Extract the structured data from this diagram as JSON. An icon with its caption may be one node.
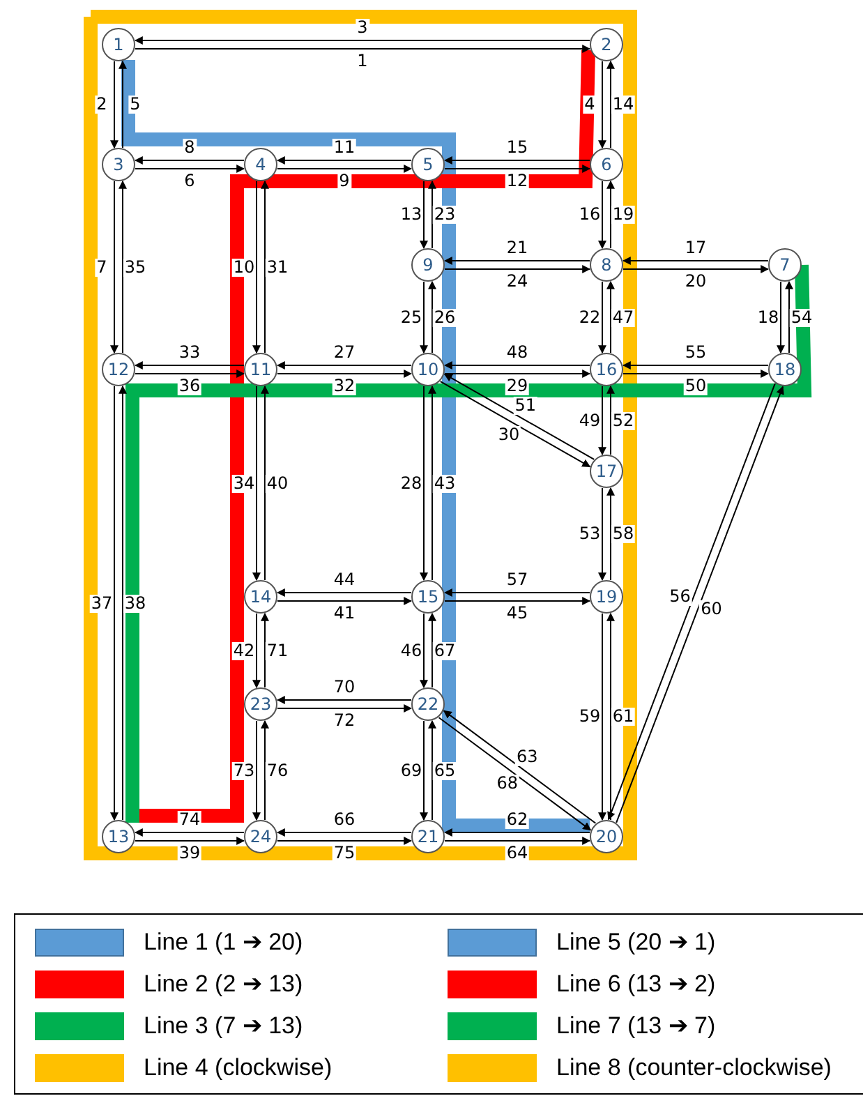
{
  "diagram": {
    "nodes": [
      {
        "text": [
          "1"
        ]
      },
      {
        "text": [
          "2"
        ]
      },
      {
        "text": [
          "3"
        ]
      },
      {
        "text": [
          "4"
        ]
      },
      {
        "text": [
          "5"
        ]
      },
      {
        "text": [
          "6"
        ]
      },
      {
        "text": [
          "7"
        ]
      },
      {
        "text": [
          "8"
        ]
      },
      {
        "text": [
          "9"
        ]
      },
      {
        "text": [
          "10"
        ]
      },
      {
        "text": [
          "11"
        ]
      },
      {
        "text": [
          "12"
        ]
      },
      {
        "text": [
          "13"
        ]
      },
      {
        "text": [
          "14"
        ]
      },
      {
        "text": [
          "15"
        ]
      },
      {
        "text": [
          "16"
        ]
      },
      {
        "text": [
          "17"
        ]
      },
      {
        "text": [
          "18"
        ]
      },
      {
        "text": [
          "19"
        ]
      },
      {
        "text": [
          "20"
        ]
      },
      {
        "text": [
          "21"
        ]
      },
      {
        "text": [
          "22"
        ]
      },
      {
        "text": [
          "23"
        ]
      },
      {
        "text": [
          "24"
        ]
      }
    ],
    "edges": [
      {
        "from": 0,
        "to": 1,
        "arrow": "to",
        "label": "1"
      },
      {
        "from": 0,
        "to": 2,
        "arrow": "to",
        "label": "2"
      },
      {
        "from": 1,
        "to": 0,
        "arrow": "to",
        "label": "3"
      },
      {
        "from": 1,
        "to": 5,
        "arrow": "to",
        "label": "4"
      },
      {
        "from": 2,
        "to": 0,
        "arrow": "to",
        "label": "5"
      },
      {
        "from": 2,
        "to": 3,
        "arrow": "to",
        "label": "6"
      },
      {
        "from": 2,
        "to": 11,
        "arrow": "to",
        "label": "7"
      },
      {
        "from": 3,
        "to": 2,
        "arrow": "to",
        "label": "8"
      },
      {
        "from": 3,
        "to": 4,
        "arrow": "to",
        "label": "9"
      },
      {
        "from": 3,
        "to": 10,
        "arrow": "to",
        "label": "10"
      },
      {
        "from": 4,
        "to": 3,
        "arrow": "to",
        "label": "11"
      },
      {
        "from": 4,
        "to": 5,
        "arrow": "to",
        "label": "12"
      },
      {
        "from": 4,
        "to": 8,
        "arrow": "to",
        "label": "13"
      },
      {
        "from": 5,
        "to": 1,
        "arrow": "to",
        "label": "14"
      },
      {
        "from": 5,
        "to": 4,
        "arrow": "to",
        "label": "15"
      },
      {
        "from": 5,
        "to": 7,
        "arrow": "to",
        "label": "16"
      },
      {
        "from": 6,
        "to": 7,
        "arrow": "to",
        "label": "17"
      },
      {
        "from": 6,
        "to": 17,
        "arrow": "to",
        "label": "18"
      },
      {
        "from": 7,
        "to": 5,
        "arrow": "to",
        "label": "19"
      },
      {
        "from": 7,
        "to": 6,
        "arrow": "to",
        "label": "20"
      },
      {
        "from": 7,
        "to": 8,
        "arrow": "to",
        "label": "21"
      },
      {
        "from": 7,
        "to": 15,
        "arrow": "to",
        "label": "22"
      },
      {
        "from": 8,
        "to": 4,
        "arrow": "to",
        "label": "23"
      },
      {
        "from": 8,
        "to": 7,
        "arrow": "to",
        "label": "24"
      },
      {
        "from": 8,
        "to": 9,
        "arrow": "to",
        "label": "25"
      },
      {
        "from": 9,
        "to": 8,
        "arrow": "to",
        "label": "26"
      },
      {
        "from": 9,
        "to": 10,
        "arrow": "to",
        "label": "27"
      },
      {
        "from": 9,
        "to": 14,
        "arrow": "to",
        "label": "28"
      },
      {
        "from": 9,
        "to": 15,
        "arrow": "to",
        "label": "29"
      },
      {
        "from": 9,
        "to": 16,
        "arrow": "to",
        "label": "30"
      },
      {
        "from": 10,
        "to": 3,
        "arrow": "to",
        "label": "31"
      },
      {
        "from": 10,
        "to": 9,
        "arrow": "to",
        "label": "32"
      },
      {
        "from": 10,
        "to": 11,
        "arrow": "to",
        "label": "33"
      },
      {
        "from": 10,
        "to": 13,
        "arrow": "to",
        "label": "34"
      },
      {
        "from": 11,
        "to": 2,
        "arrow": "to",
        "label": "35"
      },
      {
        "from": 11,
        "to": 10,
        "arrow": "to",
        "label": "36"
      },
      {
        "from": 11,
        "to": 12,
        "arrow": "to",
        "label": "37"
      },
      {
        "from": 12,
        "to": 11,
        "arrow": "to",
        "label": "38"
      },
      {
        "from": 12,
        "to": 23,
        "arrow": "to",
        "label": "39"
      },
      {
        "from": 13,
        "to": 10,
        "arrow": "to",
        "label": "40"
      },
      {
        "from": 13,
        "to": 14,
        "arrow": "to",
        "label": "41"
      },
      {
        "from": 13,
        "to": 22,
        "arrow": "to",
        "label": "42"
      },
      {
        "from": 14,
        "to": 9,
        "arrow": "to",
        "label": "43"
      },
      {
        "from": 14,
        "to": 13,
        "arrow": "to",
        "label": "44"
      },
      {
        "from": 14,
        "to": 18,
        "arrow": "to",
        "label": "45"
      },
      {
        "from": 14,
        "to": 21,
        "arrow": "to",
        "label": "46"
      },
      {
        "from": 15,
        "to": 7,
        "arrow": "to",
        "label": "47"
      },
      {
        "from": 15,
        "to": 9,
        "arrow": "to",
        "label": "48"
      },
      {
        "from": 15,
        "to": 16,
        "arrow": "to",
        "label": "49"
      },
      {
        "from": 15,
        "to": 17,
        "arrow": "to",
        "label": "50"
      },
      {
        "from": 16,
        "to": 9,
        "arrow": "to",
        "label": "51"
      },
      {
        "from": 16,
        "to": 15,
        "arrow": "to",
        "label": "52"
      },
      {
        "from": 16,
        "to": 18,
        "arrow": "to",
        "label": "53"
      },
      {
        "from": 17,
        "to": 6,
        "arrow": "to",
        "label": "54"
      },
      {
        "from": 17,
        "to": 15,
        "arrow": "to",
        "label": "55"
      },
      {
        "from": 17,
        "to": 19,
        "arrow": "to",
        "label": "56"
      },
      {
        "from": 18,
        "to": 14,
        "arrow": "to",
        "label": "57"
      },
      {
        "from": 18,
        "to": 16,
        "arrow": "to",
        "label": "58"
      },
      {
        "from": 18,
        "to": 19,
        "arrow": "to",
        "label": "59"
      },
      {
        "from": 19,
        "to": 17,
        "arrow": "to",
        "label": "60"
      },
      {
        "from": 19,
        "to": 18,
        "arrow": "to",
        "label": "61"
      },
      {
        "from": 19,
        "to": 20,
        "arrow": "to",
        "label": "62"
      },
      {
        "from": 19,
        "to": 21,
        "arrow": "to",
        "label": "63"
      },
      {
        "from": 20,
        "to": 19,
        "arrow": "to",
        "label": "64"
      },
      {
        "from": 20,
        "to": 21,
        "arrow": "to",
        "label": "65"
      },
      {
        "from": 20,
        "to": 23,
        "arrow": "to",
        "label": "66"
      },
      {
        "from": 21,
        "to": 14,
        "arrow": "to",
        "label": "67"
      },
      {
        "from": 21,
        "to": 19,
        "arrow": "to",
        "label": "68"
      },
      {
        "from": 21,
        "to": 20,
        "arrow": "to",
        "label": "69"
      },
      {
        "from": 21,
        "to": 22,
        "arrow": "to",
        "label": "70"
      },
      {
        "from": 22,
        "to": 13,
        "arrow": "to",
        "label": "71"
      },
      {
        "from": 22,
        "to": 21,
        "arrow": "to",
        "label": "72"
      },
      {
        "from": 22,
        "to": 23,
        "arrow": "to",
        "label": "73"
      },
      {
        "from": 23,
        "to": 12,
        "arrow": "to",
        "label": "74"
      },
      {
        "from": 23,
        "to": 20,
        "arrow": "to",
        "label": "75"
      },
      {
        "from": 23,
        "to": 22,
        "arrow": "to",
        "label": "76"
      },
      {
        "from": 0,
        "to": 19,
        "arrow": "none",
        "style": "thick",
        "color": "#5b9bd5"
      },
      {
        "from": 1,
        "to": 12,
        "arrow": "none",
        "style": "thick",
        "color": "#ff0000"
      },
      {
        "from": 6,
        "to": 12,
        "arrow": "none",
        "style": "thick",
        "color": "#00b050"
      }
    ],
    "legend": [
      {
        "text": "Line 1 (1 ➔ 20)",
        "color": "#5b9bd5"
      },
      {
        "text": "Line 5 (20 ➔ 1)",
        "color": "#5b9bd5"
      },
      {
        "text": "Line 2 (2 ➔ 13)",
        "color": "#ff0000"
      },
      {
        "text": "Line 6 (13 ➔ 2)",
        "color": "#ff0000"
      },
      {
        "text": "Line 3 (7 ➔ 13)",
        "color": "#00b050"
      },
      {
        "text": "Line 7 (13 ➔ 7)",
        "color": "#00b050"
      },
      {
        "text": "Line 4 (clockwise)",
        "color": "#ffc000"
      },
      {
        "text": "Line 8 (counter-clockwise)",
        "color": "#ffc000"
      }
    ]
  }
}
